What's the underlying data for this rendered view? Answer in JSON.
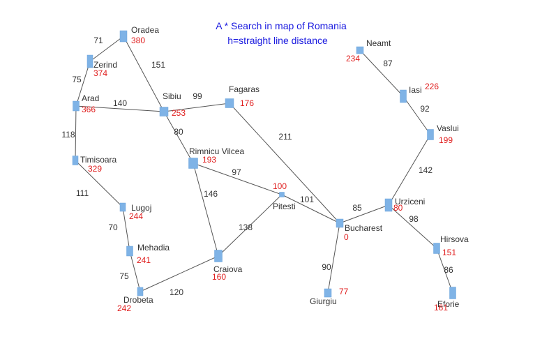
{
  "title": {
    "line1": "A * Search in map of Romania",
    "line2": "h=straight line distance"
  },
  "colors": {
    "node": "#7fb3e6",
    "edge": "#555555",
    "heuristic": "#e01e1e",
    "title": "#1a1adf",
    "text": "#333333"
  },
  "cities": [
    {
      "id": "oradea",
      "name": "Oradea",
      "h": "380"
    },
    {
      "id": "zerind",
      "name": "Zerind",
      "h": "374"
    },
    {
      "id": "arad",
      "name": "Arad",
      "h": "366"
    },
    {
      "id": "timisoara",
      "name": "Timisoara",
      "h": "329"
    },
    {
      "id": "lugoj",
      "name": "Lugoj",
      "h": "244"
    },
    {
      "id": "mehadia",
      "name": "Mehadia",
      "h": "241"
    },
    {
      "id": "drobeta",
      "name": "Drobeta",
      "h": "242"
    },
    {
      "id": "sibiu",
      "name": "Sibiu",
      "h": "253"
    },
    {
      "id": "fagaras",
      "name": "Fagaras",
      "h": "176"
    },
    {
      "id": "rimnicu",
      "name": "Rimnicu Vilcea",
      "h": "193"
    },
    {
      "id": "pitesti",
      "name": "Pitesti",
      "h": "100"
    },
    {
      "id": "craiova",
      "name": "Craiova",
      "h": "160"
    },
    {
      "id": "bucharest",
      "name": "Bucharest",
      "h": "0"
    },
    {
      "id": "giurgiu",
      "name": "Giurgiu",
      "h": "77"
    },
    {
      "id": "urziceni",
      "name": "Urziceni",
      "h": "80"
    },
    {
      "id": "hirsova",
      "name": "Hirsova",
      "h": "151"
    },
    {
      "id": "eforie",
      "name": "Eforie",
      "h": "161"
    },
    {
      "id": "vaslui",
      "name": "Vaslui",
      "h": "199"
    },
    {
      "id": "iasi",
      "name": "Iasi",
      "h": "226"
    },
    {
      "id": "neamt",
      "name": "Neamt",
      "h": "234"
    }
  ],
  "roads": [
    {
      "from": "oradea",
      "to": "zerind",
      "distance": "71"
    },
    {
      "from": "zerind",
      "to": "arad",
      "distance": "75"
    },
    {
      "from": "oradea",
      "to": "sibiu",
      "distance": "151"
    },
    {
      "from": "arad",
      "to": "sibiu",
      "distance": "140"
    },
    {
      "from": "arad",
      "to": "timisoara",
      "distance": "118"
    },
    {
      "from": "timisoara",
      "to": "lugoj",
      "distance": "111"
    },
    {
      "from": "lugoj",
      "to": "mehadia",
      "distance": "70"
    },
    {
      "from": "mehadia",
      "to": "drobeta",
      "distance": "75"
    },
    {
      "from": "drobeta",
      "to": "craiova",
      "distance": "120"
    },
    {
      "from": "sibiu",
      "to": "fagaras",
      "distance": "99"
    },
    {
      "from": "sibiu",
      "to": "rimnicu",
      "distance": "80"
    },
    {
      "from": "rimnicu",
      "to": "pitesti",
      "distance": "97"
    },
    {
      "from": "rimnicu",
      "to": "craiova",
      "distance": "146"
    },
    {
      "from": "craiova",
      "to": "pitesti",
      "distance": "138"
    },
    {
      "from": "fagaras",
      "to": "bucharest",
      "distance": "211"
    },
    {
      "from": "pitesti",
      "to": "bucharest",
      "distance": "101"
    },
    {
      "from": "bucharest",
      "to": "giurgiu",
      "distance": "90"
    },
    {
      "from": "bucharest",
      "to": "urziceni",
      "distance": "85"
    },
    {
      "from": "urziceni",
      "to": "hirsova",
      "distance": "98"
    },
    {
      "from": "hirsova",
      "to": "eforie",
      "distance": "86"
    },
    {
      "from": "urziceni",
      "to": "vaslui",
      "distance": "142"
    },
    {
      "from": "vaslui",
      "to": "iasi",
      "distance": "92"
    },
    {
      "from": "iasi",
      "to": "neamt",
      "distance": "87"
    }
  ]
}
